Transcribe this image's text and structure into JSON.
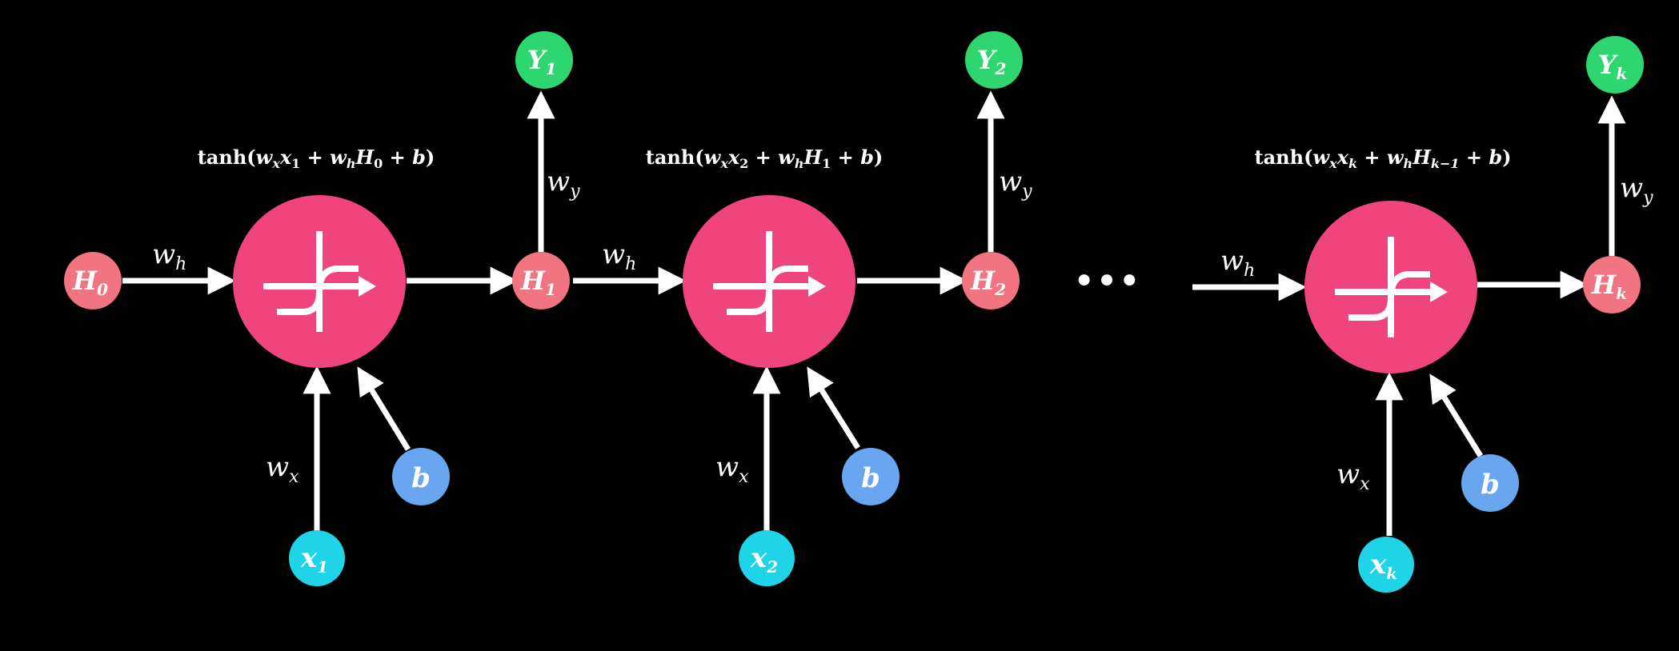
{
  "colors": {
    "background": "#000000",
    "cell": "#f0457c",
    "hidden": "#f27480",
    "output": "#2ed66f",
    "input": "#1fd4e6",
    "bias": "#6aa6f0",
    "arrow": "#ffffff"
  },
  "ellipsis": "•••",
  "cells": [
    {
      "formula": {
        "pre": "tanh(",
        "wx": "w",
        "wx_sub": "x",
        "xvar": "x",
        "xsub": "1",
        "plus1": " + ",
        "wh": "w",
        "wh_sub": "h",
        "hvar": "H",
        "hsub": "0",
        "plus2": " + ",
        "b": "b",
        "post": ")"
      },
      "prev_hidden": {
        "main": "H",
        "sub": "0"
      },
      "out_hidden": {
        "main": "H",
        "sub": "1"
      },
      "output": {
        "main": "Y",
        "sub": "1"
      },
      "input": {
        "main": "x",
        "sub": "1"
      },
      "bias": "b",
      "w_h": {
        "main": "w",
        "sub": "h"
      },
      "w_x": {
        "main": "w",
        "sub": "x"
      },
      "w_y": {
        "main": "w",
        "sub": "y"
      },
      "activation_icon": "tanh-icon"
    },
    {
      "formula": {
        "pre": "tanh(",
        "wx": "w",
        "wx_sub": "x",
        "xvar": "x",
        "xsub": "2",
        "plus1": " + ",
        "wh": "w",
        "wh_sub": "h",
        "hvar": "H",
        "hsub": "1",
        "plus2": " + ",
        "b": "b",
        "post": ")"
      },
      "out_hidden": {
        "main": "H",
        "sub": "2"
      },
      "output": {
        "main": "Y",
        "sub": "2"
      },
      "input": {
        "main": "x",
        "sub": "2"
      },
      "bias": "b",
      "w_h": {
        "main": "w",
        "sub": "h"
      },
      "w_x": {
        "main": "w",
        "sub": "x"
      },
      "w_y": {
        "main": "w",
        "sub": "y"
      },
      "activation_icon": "tanh-icon"
    },
    {
      "formula": {
        "pre": "tanh(",
        "wx": "w",
        "wx_sub": "x",
        "xvar": "x",
        "xsub": "k",
        "plus1": " + ",
        "wh": "w",
        "wh_sub": "h",
        "hvar": "H",
        "hsub": "k−1",
        "plus2": " + ",
        "b": "b",
        "post": ")"
      },
      "out_hidden": {
        "main": "H",
        "sub": "k"
      },
      "output": {
        "main": "Y",
        "sub": "k"
      },
      "input": {
        "main": "x",
        "sub": "k"
      },
      "bias": "b",
      "w_h": {
        "main": "w",
        "sub": "h"
      },
      "w_x": {
        "main": "w",
        "sub": "x"
      },
      "w_y": {
        "main": "w",
        "sub": "y"
      },
      "activation_icon": "tanh-icon"
    }
  ]
}
